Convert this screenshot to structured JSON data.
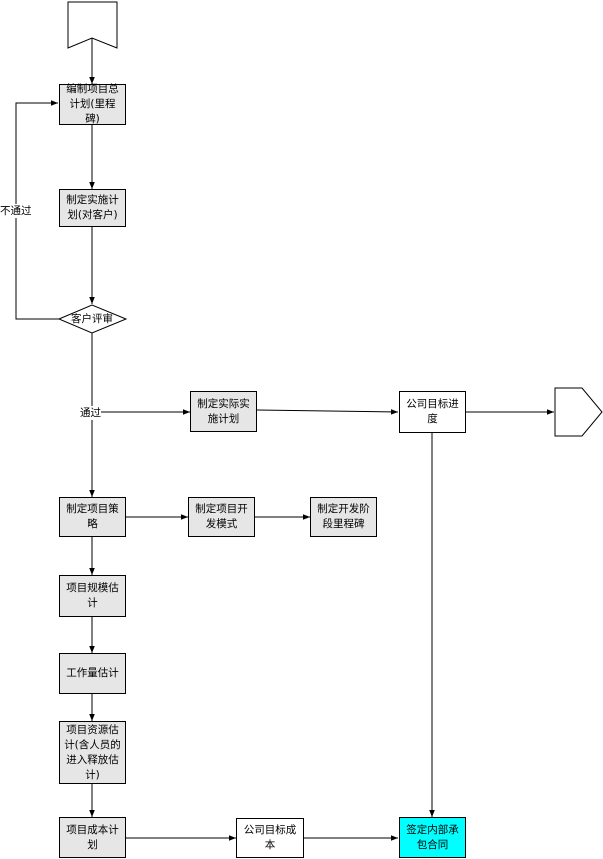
{
  "nodes": {
    "milestone_plan": "编制项目总\n计划(里程碑)",
    "impl_plan_client": "制定实施计\n划(对客户)",
    "client_review": "客户评审",
    "actual_impl_plan": "制定实际实\n施计划",
    "company_schedule": "公司目标进\n度",
    "project_strategy": "制定项目策\n略",
    "dev_mode": "制定项目开\n发模式",
    "dev_milestones": "制定开发阶\n段里程碑",
    "scale_estimate": "项目规模估\n计",
    "workload_estimate": "工作量估计",
    "resource_estimate": "项目资源估\n计(含人员的\n进入释放估\n计)",
    "cost_plan": "项目成本计\n划",
    "company_cost": "公司目标成\n本",
    "internal_contract": "签定内部承\n包合同"
  },
  "edge_labels": {
    "fail": "不通过",
    "pass": "通过"
  },
  "colors": {
    "process_fill": "#e6e6e6",
    "highlight_fill": "#00ffff",
    "stroke": "#000000"
  }
}
